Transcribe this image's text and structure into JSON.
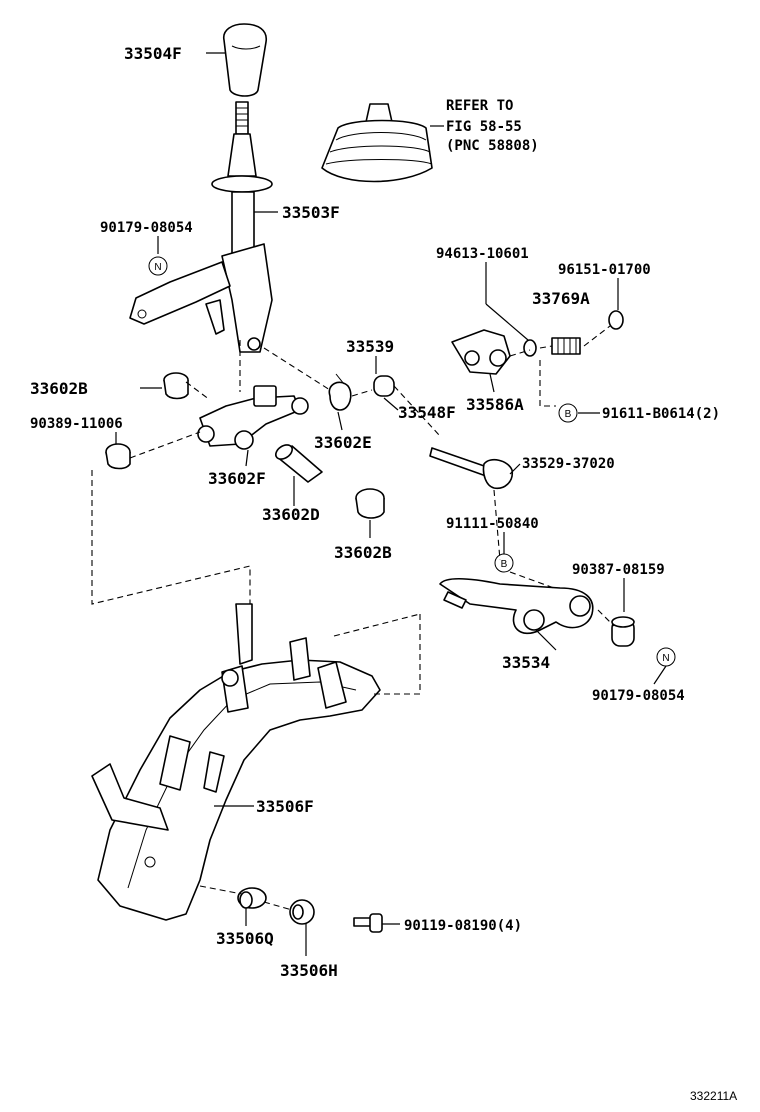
{
  "labels": {
    "knob": "33504F",
    "lever": "33503F",
    "n_top": "90179-08054",
    "refer_1": "REFER TO",
    "refer_2": "FIG 58-55",
    "refer_3": "(PNC 58808)",
    "p94613": "94613-10601",
    "p96151": "96151-01700",
    "p33769": "33769A",
    "p33539": "33539",
    "p33602b_top": "33602B",
    "p90389": "90389-11006",
    "p33548": "33548F",
    "p33586": "33586A",
    "p91611": "91611-B0614(2)",
    "p33602e": "33602E",
    "p33602f": "33602F",
    "p33529": "33529-37020",
    "p33602d": "33602D",
    "p33602b_bot": "33602B",
    "p91111": "91111-50840",
    "p90387": "90387-08159",
    "p33534": "33534",
    "n_bot": "90179-08054",
    "p33506f": "33506F",
    "p33506q": "33506Q",
    "p33506h": "33506H",
    "p90119": "90119-08190(4)",
    "figure_id": "332211A"
  },
  "markers": {
    "n": "N",
    "b": "B"
  }
}
